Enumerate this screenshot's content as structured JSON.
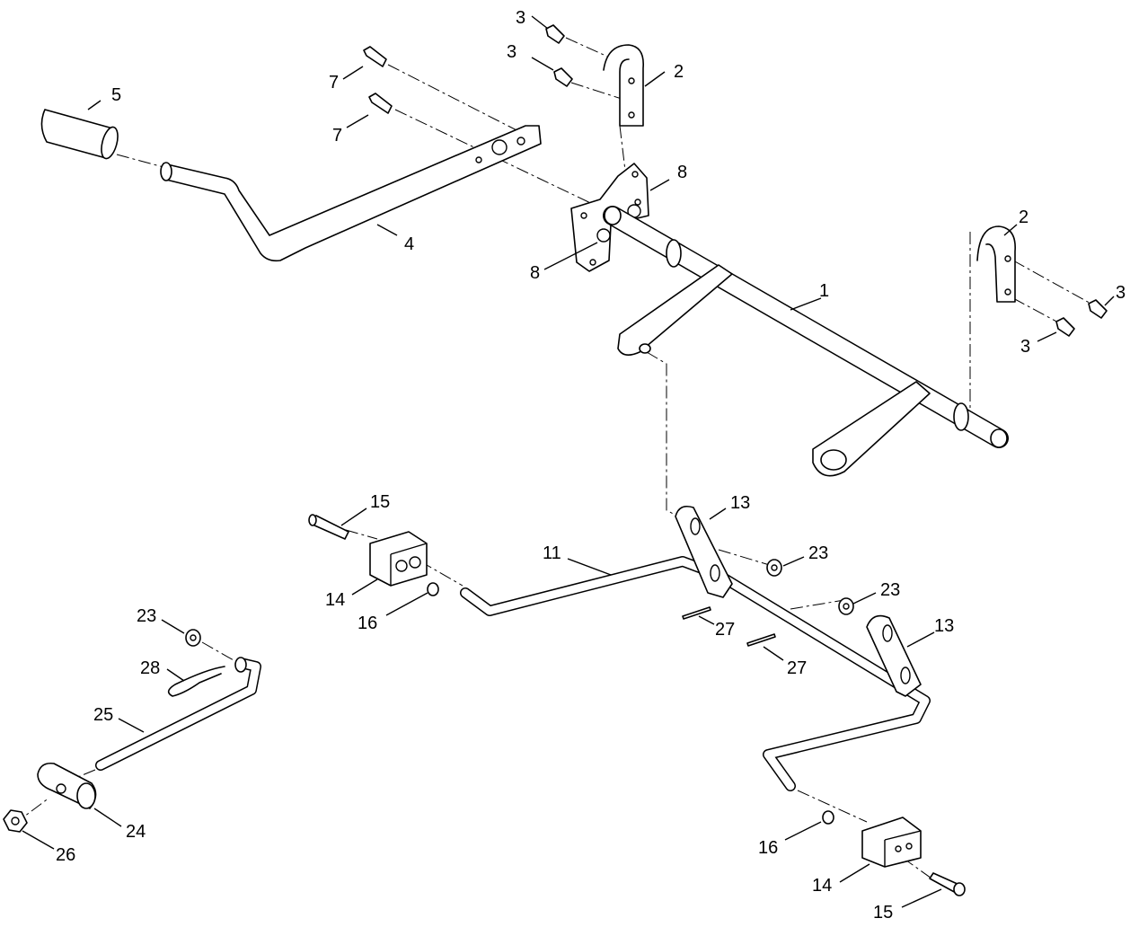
{
  "callouts": [
    {
      "label": "1"
    },
    {
      "label": "2"
    },
    {
      "label": "2"
    },
    {
      "label": "3"
    },
    {
      "label": "3"
    },
    {
      "label": "3"
    },
    {
      "label": "3"
    },
    {
      "label": "4"
    },
    {
      "label": "5"
    },
    {
      "label": "7"
    },
    {
      "label": "7"
    },
    {
      "label": "8"
    },
    {
      "label": "8"
    },
    {
      "label": "11"
    },
    {
      "label": "13"
    },
    {
      "label": "13"
    },
    {
      "label": "14"
    },
    {
      "label": "14"
    },
    {
      "label": "15"
    },
    {
      "label": "15"
    },
    {
      "label": "16"
    },
    {
      "label": "16"
    },
    {
      "label": "23"
    },
    {
      "label": "23"
    },
    {
      "label": "23"
    },
    {
      "label": "24"
    },
    {
      "label": "25"
    },
    {
      "label": "26"
    },
    {
      "label": "27"
    },
    {
      "label": "27"
    },
    {
      "label": "28"
    }
  ]
}
